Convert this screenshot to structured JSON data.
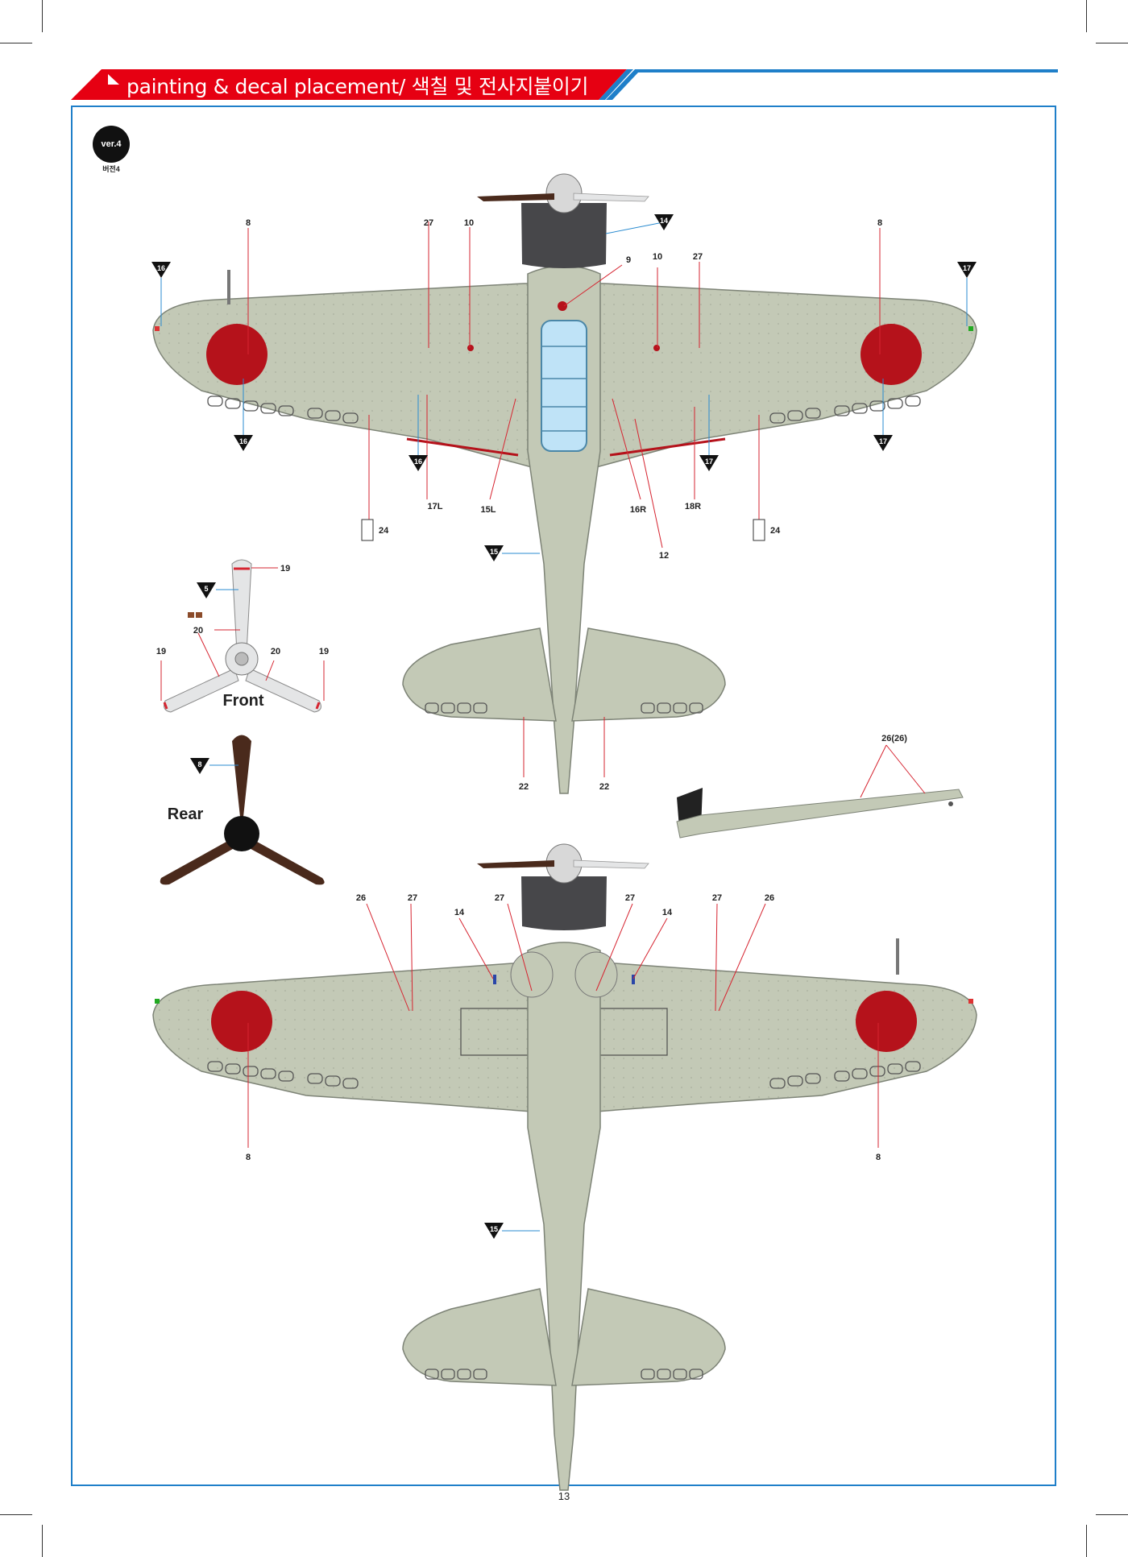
{
  "header": {
    "title": "painting & decal placement/ 색칠 및 전사지붙이기"
  },
  "version": {
    "badge": "ver.4",
    "subtitle": "버전4"
  },
  "top_view_labels": {
    "hinomaru_left": "8",
    "hinomaru_right": "8",
    "tri_16_wing_left": "16",
    "tri_17_wing_right": "17",
    "tri_16_under_left": "16",
    "tri_17_under_right": "17",
    "tri_16_flap_left": "16",
    "tri_17_flap_right": "17",
    "tri_14": "14",
    "tri_15": "15",
    "n27_left": "27",
    "n27_right": "27",
    "n10_left": "10",
    "n10_right": "10",
    "n9": "9",
    "n17L": "17L",
    "n15L": "15L",
    "n16R": "16R",
    "n18R": "18R",
    "n12": "12",
    "n24_left": "24",
    "n24_right": "24",
    "n22_left": "22",
    "n22_right": "22"
  },
  "prop_front": {
    "title": "Front",
    "tri_5": "5",
    "n19_top": "19",
    "n20_top": "20",
    "n19_left": "19",
    "n20_right": "20",
    "n19_right": "19"
  },
  "prop_rear": {
    "title": "Rear",
    "tri_8": "8"
  },
  "antenna_detail": {
    "label": "26(26)"
  },
  "bottom_view_labels": {
    "n26_left": "26",
    "n27_left": "27",
    "n14_left": "14",
    "n27_center_left": "27",
    "n27_center_right": "27",
    "n14_right": "14",
    "n27_right": "27",
    "n26_right": "26",
    "hinomaru_left": "8",
    "hinomaru_right": "8",
    "tri_15": "15"
  },
  "page_number": "13",
  "colors": {
    "header_red": "#e60012",
    "header_blue": "#1f7fc9",
    "aircraft_grey": "#c3c9b6",
    "hinomaru_red": "#b5121b",
    "cowling": "#47474a",
    "canopy_blue": "#bfe3f7",
    "prop_brown": "#4a2a1c",
    "prop_silver": "#e4e5e6"
  },
  "icons": {
    "header_arrow": "triangle-arrow-icon"
  }
}
